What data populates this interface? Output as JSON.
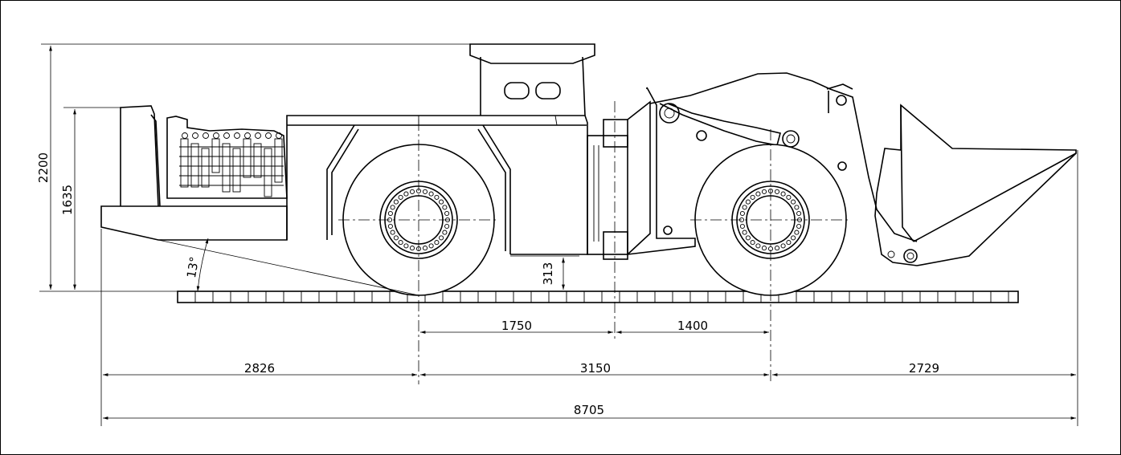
{
  "dimensions": {
    "overall_height": "2200",
    "height_1635": "1635",
    "ground_clearance": "313",
    "approach_angle": "13°",
    "front_axle_to_pivot": "1750",
    "pivot_to_rear_axle": "1400",
    "front_overhang": "2826",
    "wheelbase": "3150",
    "rear_overhang": "2729",
    "overall_length": "8705"
  },
  "colors": {
    "line": "#000000",
    "background": "#ffffff"
  }
}
